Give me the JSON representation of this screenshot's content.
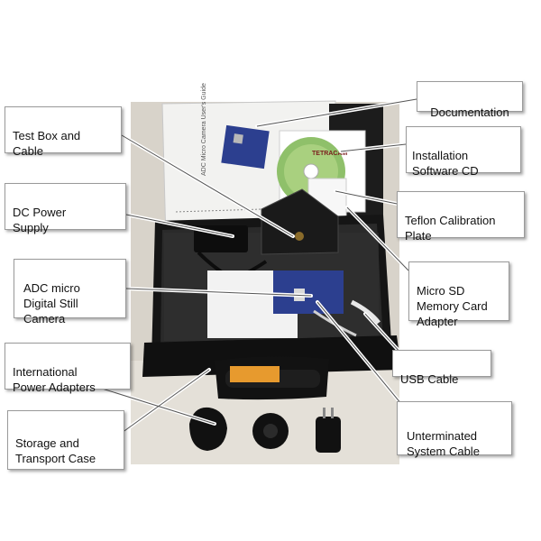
{
  "callouts": {
    "documentation": "Documentation",
    "test_box": "Test Box and\nCable",
    "install_cd": "Installation\nSoftware CD",
    "dc_power": "DC Power\nSupply",
    "teflon_plate": "Teflon Calibration\nPlate",
    "adc_camera": "ADC micro\nDigital Still\nCamera",
    "micro_sd": "Micro SD\nMemory Card\nAdapter",
    "intl_adapters": "International\nPower Adapters",
    "usb_cable": "USB Cable",
    "storage_case": "Storage and\nTransport Case",
    "unterminated_cable": "Unterminated\nSystem Cable"
  },
  "photo": {
    "manual_cover_text": "ADC Micro Camera User's Guide",
    "cd_label": "TETRACAM"
  },
  "colors": {
    "case_black": "#151515",
    "foam_gray": "#2a2a2a",
    "camera_blue": "#2c3f8f",
    "cd_green": "#8fc06a",
    "background_wall": "#d9d4cc"
  }
}
